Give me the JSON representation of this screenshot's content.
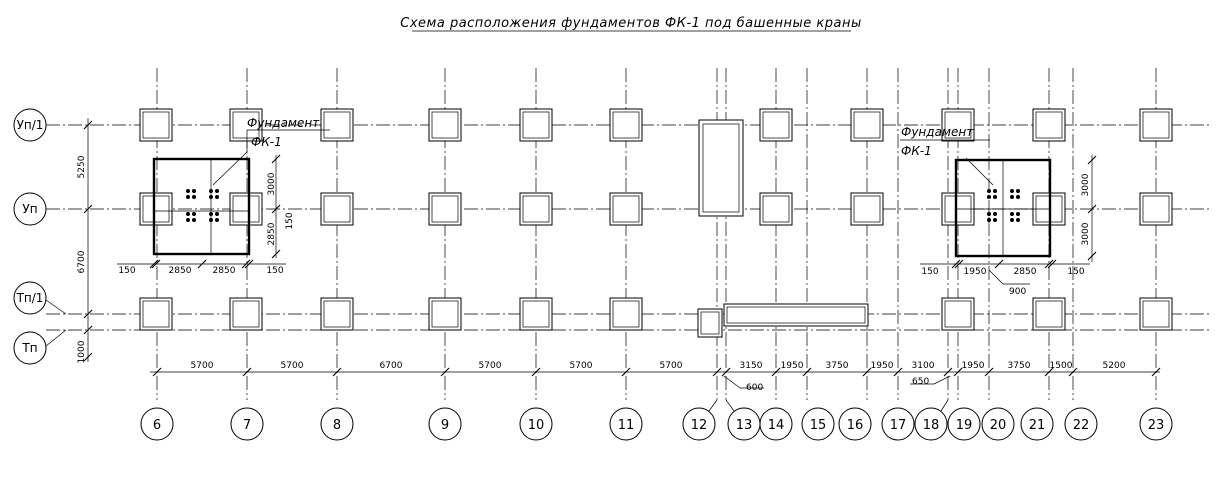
{
  "title": "Схема расположения фундаментов ФК-1 под башенные краны",
  "row_axes": [
    "Уп/1",
    "Уп",
    "Тп/1",
    "Тп"
  ],
  "column_axes": [
    "6",
    "7",
    "8",
    "9",
    "10",
    "11",
    "12",
    "13",
    "14",
    "15",
    "16",
    "17",
    "18",
    "19",
    "20",
    "21",
    "22",
    "23"
  ],
  "bottom_dimensions": [
    "5700",
    "5700",
    "6700",
    "5700",
    "5700",
    "5700",
    "3150",
    "1950",
    "3750",
    "1950",
    "3100",
    "1950",
    "3750",
    "1500",
    "5200"
  ],
  "bottom_extra_dimensions": [
    "600",
    "650"
  ],
  "left_dimensions": [
    "5250",
    "6700",
    "1000"
  ],
  "callout_left": {
    "line1": "Фундамент",
    "line2": "ФК-1"
  },
  "callout_right": {
    "line1": "Фундамент",
    "line2": "ФК-1"
  },
  "fk_left_dims": {
    "bottom": [
      "150",
      "2850",
      "2850",
      "150"
    ],
    "right": [
      "3000",
      "2850",
      "150"
    ]
  },
  "fk_right_dims": {
    "bottom": [
      "150",
      "1950",
      "2850",
      "150"
    ],
    "right": [
      "3000",
      "3000"
    ],
    "extra": "900"
  }
}
